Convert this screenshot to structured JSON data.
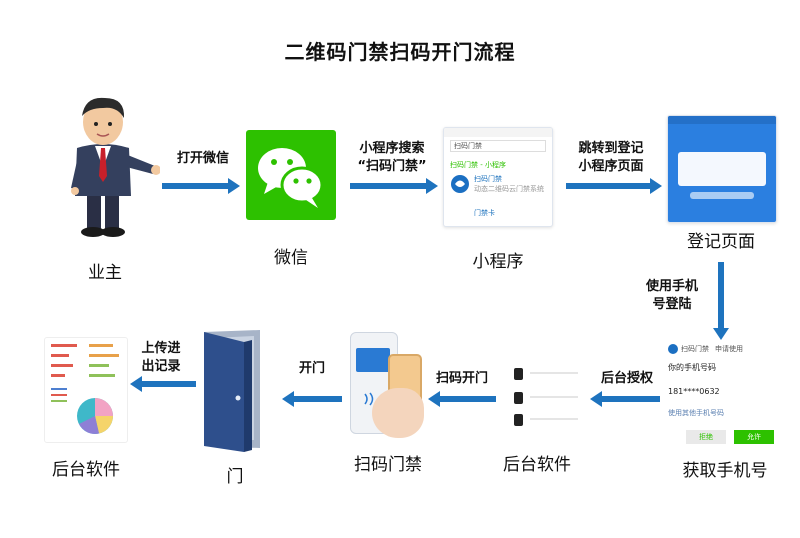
{
  "title": "二维码门禁扫码开门流程",
  "nodes": {
    "owner": "业主",
    "wechat": "微信",
    "miniprogram": "小程序",
    "register_page": "登记页面",
    "get_phone": "获取手机号",
    "backend_1": "后台软件",
    "scan_door": "扫码门禁",
    "door": "门",
    "backend_2": "后台软件"
  },
  "edges": {
    "open_wechat": "打开微信",
    "search_line1": "小程序搜索",
    "search_line2": "“扫码门禁”",
    "jump_line1": "跳转到登记",
    "jump_line2": "小程序页面",
    "login_line1": "使用手机",
    "login_line2": "号登陆",
    "authorize": "后台授权",
    "scan_open": "扫码开门",
    "open_door": "开门",
    "upload_line1": "上传进",
    "upload_line2": "出记录"
  },
  "screens": {
    "search_query": "扫码门禁",
    "search_section": "扫码门禁 - 小程序",
    "result_name": "扫码门禁",
    "result_desc": "动态二维码云门禁系统",
    "result_next": "门禁卡",
    "phone_app": "扫码门禁",
    "phone_request": "申请使用",
    "phone_prompt": "你的手机号码",
    "phone_number": "181****0632",
    "phone_other": "使用其他手机号码",
    "btn_reject": "拒绝",
    "btn_allow": "允许"
  },
  "colors": {
    "arrow": "#1e73be",
    "wechat_green": "#2dc100",
    "register_blue": "#2b7fe0",
    "door_blue": "#2e4f8c"
  }
}
